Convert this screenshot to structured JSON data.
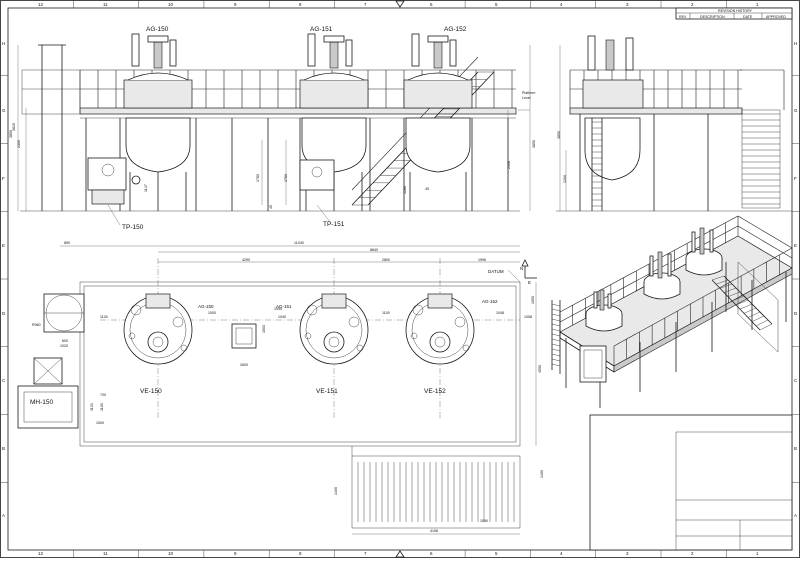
{
  "border": {
    "cols_top": [
      "12",
      "11",
      "10",
      "9",
      "8",
      "7",
      "6",
      "5",
      "4",
      "3",
      "2",
      "1"
    ],
    "cols_bottom": [
      "12",
      "11",
      "10",
      "9",
      "8",
      "7",
      "6",
      "5",
      "4",
      "3",
      "2",
      "1"
    ],
    "rows_left": [
      "H",
      "G",
      "F",
      "E",
      "D",
      "C",
      "B",
      "A"
    ],
    "rows_right": [
      "H",
      "G",
      "F",
      "E",
      "D",
      "C",
      "B",
      "A"
    ]
  },
  "revision": {
    "header": "REVISION HISTORY",
    "col_rev": "REV",
    "col_description": "DESCRIPTION",
    "col_date": "DATE",
    "col_approved": "APPROVED"
  },
  "front_view": {
    "agitators": [
      "AG-150",
      "AG-151",
      "AG-152"
    ],
    "platform_label_1": "Platform",
    "platform_label_2": "Level",
    "tp_left": "TP-150",
    "tp_right": "TP-151",
    "dims": {
      "overall_h": "3850",
      "platform_h": "2300",
      "leg_h": "2508",
      "a": "3815",
      "b": "1780",
      "c": "1780",
      "d": "1280",
      "e": "45",
      "f": "75",
      "g": "1147",
      "angle": "45"
    }
  },
  "side_view": {
    "dims": {
      "h1": "3850",
      "h2": "1200"
    }
  },
  "plan_view": {
    "vessels": [
      "VE-150",
      "VE-151",
      "VE-152"
    ],
    "agitators": [
      "AG-150",
      "AG-151",
      "AG-152"
    ],
    "mh": "MH-150",
    "datum": "DATUM",
    "north": "N",
    "east": "E",
    "dims": {
      "overall": "11040",
      "left": "890",
      "mid": "8840",
      "v1": "4290",
      "v2": "2800",
      "v3": "1996",
      "s1": "1100",
      "s2": "1000",
      "s3": "1100",
      "s4": "1048",
      "s5": "1050",
      "s6": "1040",
      "s7": "2600",
      "s8": "1058",
      "d1": "1050",
      "d2": "4590",
      "d3": "1400",
      "d4": "1100",
      "d5": "1400",
      "d6": "1020",
      "d7": "600",
      "d8": "1133",
      "d9": "1000",
      "st_w": "1090",
      "st_l": "4108",
      "st_h": "1400",
      "mh_w": "1450",
      "mh_d": "700",
      "dia": "R960",
      "tb": "1503"
    }
  }
}
